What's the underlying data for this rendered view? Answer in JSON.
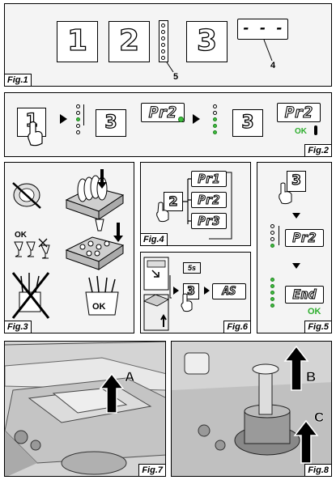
{
  "fig1": {
    "label": "Fig.1",
    "btn1": "1",
    "btn2": "2",
    "btn3": "3",
    "display": "- - -",
    "callout4": "4",
    "callout5": "5"
  },
  "fig2": {
    "label": "Fig.2",
    "btn1": "1",
    "btn3a": "3",
    "lcd1": "Pr2",
    "btn3b": "3",
    "lcd2": "Pr2",
    "ok": "OK"
  },
  "fig3": {
    "label": "Fig.3",
    "ok1": "OK",
    "ok2": "OK"
  },
  "fig4": {
    "label": "Fig.4",
    "btn": "2",
    "pr1": "Pr1",
    "pr2": "Pr2",
    "pr3": "Pr3"
  },
  "fig5": {
    "label": "Fig.5",
    "btn": "3",
    "lcd1": "Pr2",
    "lcd2": "End",
    "ok": "OK"
  },
  "fig6": {
    "label": "Fig.6",
    "time": "5s",
    "btn": "3",
    "lcd": "AS"
  },
  "fig7": {
    "label": "Fig.7",
    "arrow": "A"
  },
  "fig8": {
    "label": "Fig.8",
    "arrowB": "B",
    "arrowC": "C"
  },
  "colors": {
    "led_green": "#3fbf3f",
    "ok_green": "#2eae2e",
    "panel_bg": "#f4f4f4"
  }
}
